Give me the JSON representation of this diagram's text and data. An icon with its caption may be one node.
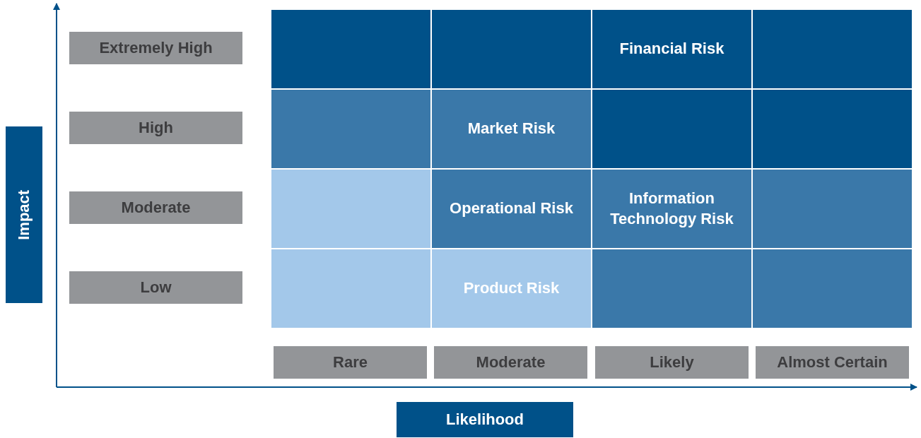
{
  "diagram": {
    "nodes": [
      {
        "text": [
          "Impact"
        ]
      },
      {
        "text": [
          "Extremely High"
        ]
      },
      {
        "text": [],
        "shape": "box"
      },
      {
        "text": [],
        "shape": "box"
      },
      {
        "text": [
          "Financial Risk"
        ]
      },
      {
        "text": [],
        "shape": "box"
      },
      {
        "text": [
          "High"
        ]
      },
      {
        "text": [],
        "shape": "box"
      },
      {
        "text": [
          "Market Risk"
        ]
      },
      {
        "text": [],
        "shape": "box"
      },
      {
        "text": [],
        "shape": "box"
      },
      {
        "text": [
          "Moderate"
        ]
      },
      {
        "text": [],
        "shape": "box"
      },
      {
        "text": [
          "Operational Risk"
        ]
      },
      {
        "text": [
          "Information Technology Risk"
        ]
      },
      {
        "text": [],
        "shape": "box"
      },
      {
        "text": [
          "Low"
        ]
      },
      {
        "text": [],
        "shape": "box"
      },
      {
        "text": [
          "Product Risk"
        ]
      },
      {
        "text": [],
        "shape": "box"
      },
      {
        "text": [],
        "shape": "box"
      },
      {
        "text": [
          "Rare"
        ]
      },
      {
        "text": [
          "Moderate"
        ]
      },
      {
        "text": [
          "Likely"
        ]
      },
      {
        "text": [
          "Almost Certain"
        ]
      },
      {
        "text": [
          "Likelihood"
        ]
      }
    ],
    "edges": []
  }
}
